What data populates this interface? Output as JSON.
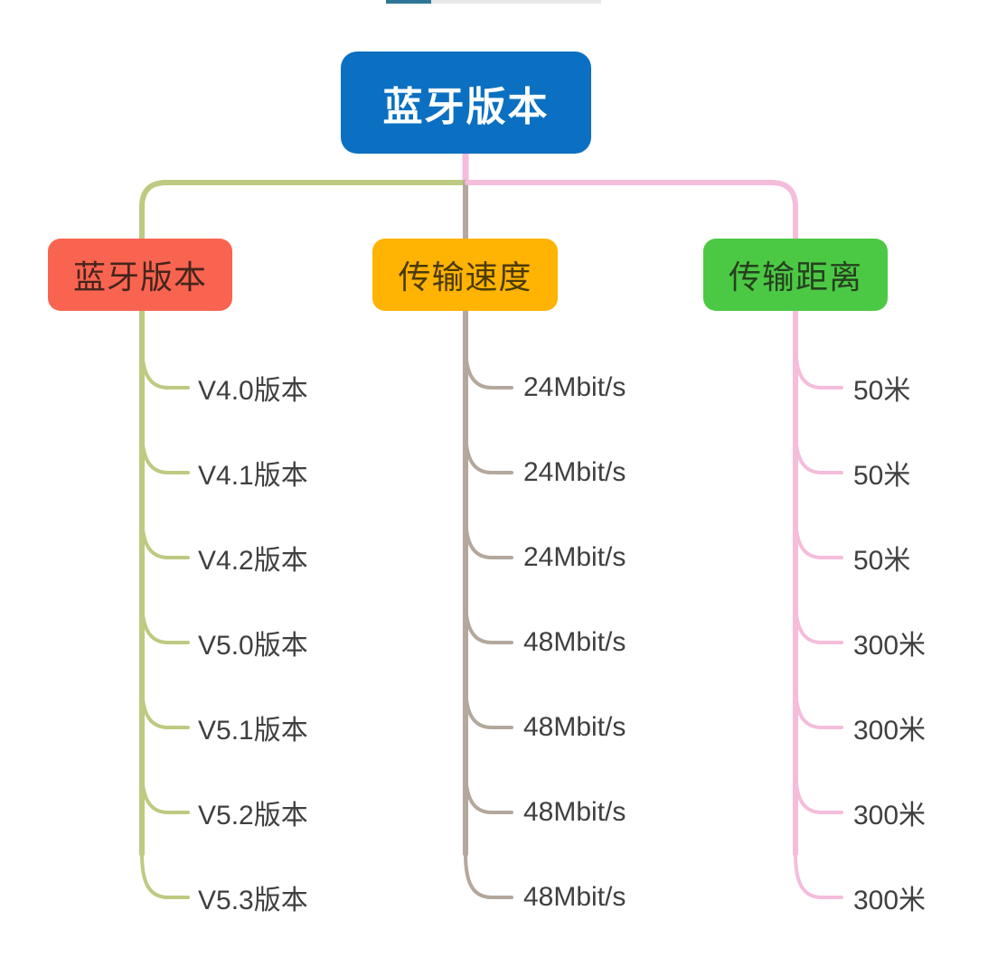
{
  "top_bar": {
    "teal_color": "#2e7596",
    "gray_color": "#e9e9e9"
  },
  "root": {
    "label": "蓝牙版本",
    "color": "#0b70c1",
    "text_color": "#ffffff"
  },
  "branches": [
    {
      "label": "蓝牙版本",
      "color": "#f96450",
      "text_color": "#45251d",
      "line_color": "#bdca81",
      "leaves": [
        "V4.0版本",
        "V4.1版本",
        "V4.2版本",
        "V5.0版本",
        "V5.1版本",
        "V5.2版本",
        "V5.3版本"
      ]
    },
    {
      "label": "传输速度",
      "color": "#ffb302",
      "text_color": "#4b3a08",
      "line_color": "#b4a79c",
      "leaves": [
        "24Mbit/s",
        "24Mbit/s",
        "24Mbit/s",
        "48Mbit/s",
        "48Mbit/s",
        "48Mbit/s",
        "48Mbit/s"
      ]
    },
    {
      "label": "传输距离",
      "color": "#4cc944",
      "text_color": "#26401f",
      "line_color": "#f5bcdb",
      "leaves": [
        "50米",
        "50米",
        "50米",
        "300米",
        "300米",
        "300米",
        "300米"
      ]
    }
  ],
  "leaf_text_color": "#3f3f3f"
}
